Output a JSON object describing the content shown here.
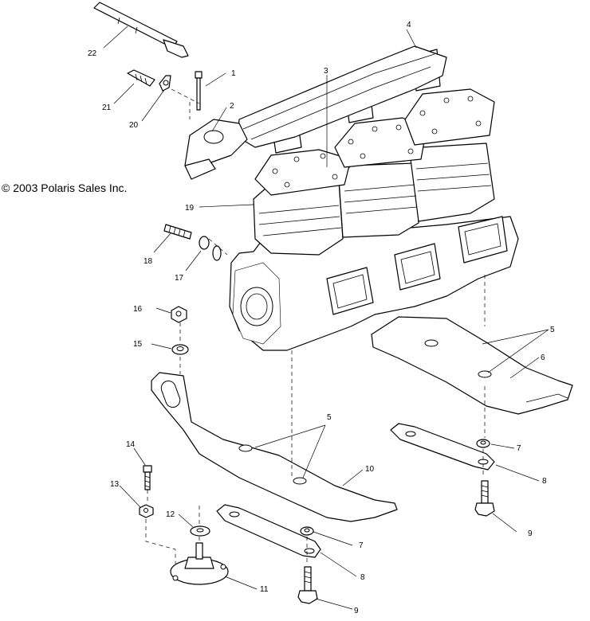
{
  "copyright": "© 2003 Polaris Sales Inc.",
  "callouts": [
    "1",
    "2",
    "3",
    "4",
    "5",
    "5",
    "6",
    "7",
    "7",
    "8",
    "8",
    "9",
    "9",
    "10",
    "11",
    "12",
    "13",
    "14",
    "15",
    "16",
    "17",
    "18",
    "19",
    "20",
    "21",
    "22"
  ]
}
